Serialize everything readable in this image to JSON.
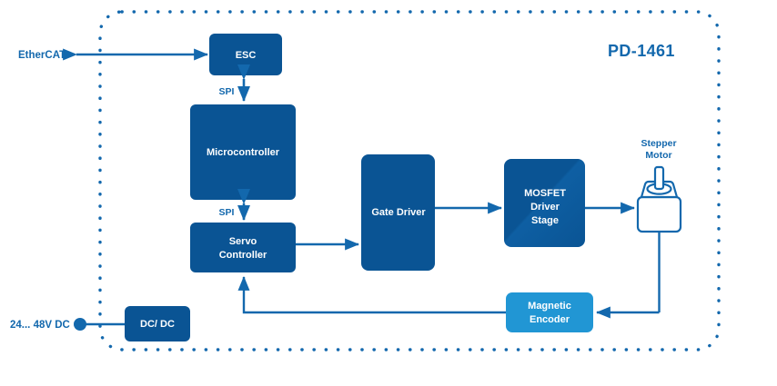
{
  "diagram": {
    "device_name": "PD-1461",
    "colors": {
      "block_dark": "#0a5494",
      "block_light": "#2196d4",
      "line": "#1368ad",
      "text_blue": "#1368ad",
      "block_text": "#ffffff",
      "background": "#ffffff",
      "boundary": "#1368ad"
    },
    "boundary": {
      "name": "device-boundary",
      "style": "dotted-rounded-rectangle"
    },
    "blocks": [
      {
        "id": "esc",
        "label": "ESC",
        "shade": "dark"
      },
      {
        "id": "mcu",
        "label": "Microcontroller",
        "shade": "dark"
      },
      {
        "id": "servo",
        "label_line1": "Servo",
        "label_line2": "Controller",
        "shade": "dark"
      },
      {
        "id": "gate",
        "label": "Gate Driver",
        "shade": "dark"
      },
      {
        "id": "mosfet",
        "label_line1": "MOSFET",
        "label_line2": "Driver",
        "label_line3": "Stage",
        "shade": "dark"
      },
      {
        "id": "encoder",
        "label_line1": "Magnetic",
        "label_line2": "Encoder",
        "shade": "light"
      },
      {
        "id": "dcdc",
        "label": "DC/ DC",
        "shade": "dark"
      }
    ],
    "external": {
      "ethercat_label": "EtherCAT",
      "power_label": "24... 48V DC",
      "motor_label_line1": "Stepper",
      "motor_label_line2": "Motor"
    },
    "bus_labels": {
      "esc_mcu": "SPI",
      "mcu_servo": "SPI"
    }
  }
}
